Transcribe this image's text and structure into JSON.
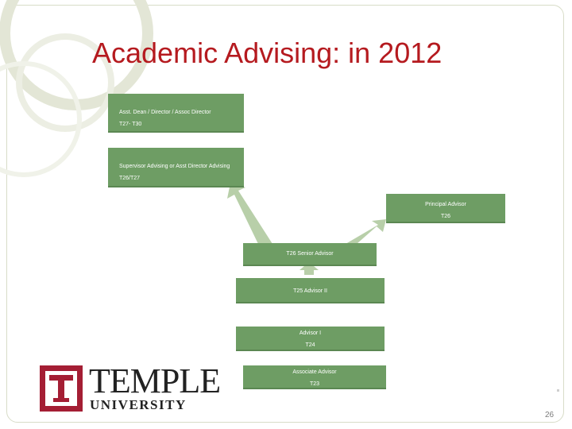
{
  "slide": {
    "title": "Academic Advising: in 2012",
    "page_number": "26"
  },
  "boxes": {
    "asst_dean": {
      "line1": "Asst. Dean / Director / Assoc Director",
      "line2": "T27- T30"
    },
    "supervisor": {
      "line1": "Supervisor Advising or Asst Director Advising",
      "line2": "T26/T27"
    },
    "principal": {
      "line1": "Principal Advisor",
      "line2": "T26"
    },
    "senior": {
      "line1": "T26 Senior Advisor"
    },
    "advisor2": {
      "line1": "T25 Advisor II"
    },
    "advisor1": {
      "line1": "Advisor I",
      "line2": "T24"
    },
    "associate": {
      "line1": "Associate Advisor",
      "line2": "T23"
    }
  },
  "logo": {
    "wordmark": "TEMPLE",
    "subtitle": "UNIVERSITY"
  },
  "colors": {
    "title": "#b51a1f",
    "box_fill": "#6e9d64",
    "arrow_fill": "#b8cfa9",
    "logo_red": "#a41e34"
  }
}
